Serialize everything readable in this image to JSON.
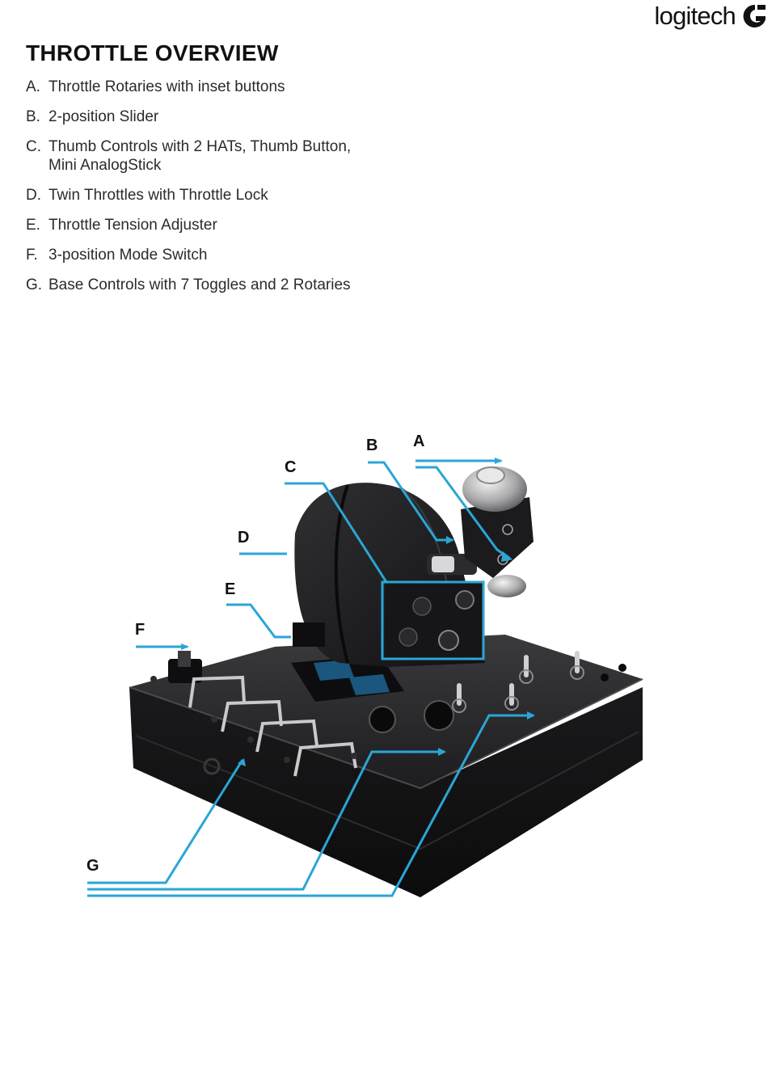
{
  "logo": {
    "wordmark": "logitech",
    "icon": "logitech-g-icon",
    "color": "#111111"
  },
  "title": "THROTTLE OVERVIEW",
  "items": [
    {
      "letter": "A.",
      "text": "Throttle Rotaries with inset buttons"
    },
    {
      "letter": "B.",
      "text": "2-position Slider"
    },
    {
      "letter": "C.",
      "text": "Thumb Controls with 2 HATs, Thumb Button, Mini AnalogStick"
    },
    {
      "letter": "D.",
      "text": "Twin Throttles with Throttle Lock"
    },
    {
      "letter": "E.",
      "text": "Throttle Tension Adjuster"
    },
    {
      "letter": "F.",
      "text": "3-position Mode Switch"
    },
    {
      "letter": "G.",
      "text": "Base Controls with 7 Toggles and 2 Rotaries"
    }
  ],
  "callouts": {
    "a": "A",
    "b": "B",
    "c": "C",
    "d": "D",
    "e": "E",
    "f": "F",
    "g": "G"
  },
  "colors": {
    "callout_line": "#2aa6d6",
    "device": "#1c1c1e"
  }
}
